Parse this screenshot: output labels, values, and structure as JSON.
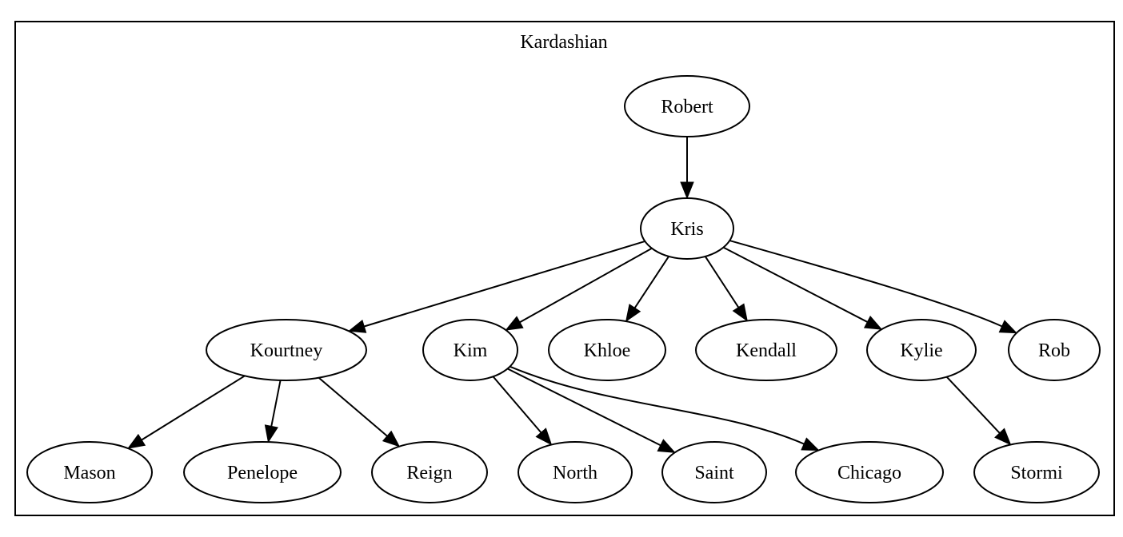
{
  "colors": {
    "stroke": "#000000",
    "fill": "#ffffff",
    "text": "#000000"
  },
  "cluster": {
    "label": "Kardashian"
  },
  "nodes": [
    {
      "id": "robert",
      "label": "Robert"
    },
    {
      "id": "kris",
      "label": "Kris"
    },
    {
      "id": "kourtney",
      "label": "Kourtney"
    },
    {
      "id": "kim",
      "label": "Kim"
    },
    {
      "id": "khloe",
      "label": "Khloe"
    },
    {
      "id": "kendall",
      "label": "Kendall"
    },
    {
      "id": "kylie",
      "label": "Kylie"
    },
    {
      "id": "rob",
      "label": "Rob"
    },
    {
      "id": "mason",
      "label": "Mason"
    },
    {
      "id": "penelope",
      "label": "Penelope"
    },
    {
      "id": "reign",
      "label": "Reign"
    },
    {
      "id": "north",
      "label": "North"
    },
    {
      "id": "saint",
      "label": "Saint"
    },
    {
      "id": "chicago",
      "label": "Chicago"
    },
    {
      "id": "stormi",
      "label": "Stormi"
    }
  ],
  "edges": [
    {
      "from": "robert",
      "to": "kris"
    },
    {
      "from": "kris",
      "to": "kourtney"
    },
    {
      "from": "kris",
      "to": "kim"
    },
    {
      "from": "kris",
      "to": "khloe"
    },
    {
      "from": "kris",
      "to": "kendall"
    },
    {
      "from": "kris",
      "to": "kylie"
    },
    {
      "from": "kris",
      "to": "rob"
    },
    {
      "from": "kourtney",
      "to": "mason"
    },
    {
      "from": "kourtney",
      "to": "penelope"
    },
    {
      "from": "kourtney",
      "to": "reign"
    },
    {
      "from": "kim",
      "to": "north"
    },
    {
      "from": "kim",
      "to": "saint"
    },
    {
      "from": "kim",
      "to": "chicago"
    },
    {
      "from": "kylie",
      "to": "stormi"
    }
  ]
}
